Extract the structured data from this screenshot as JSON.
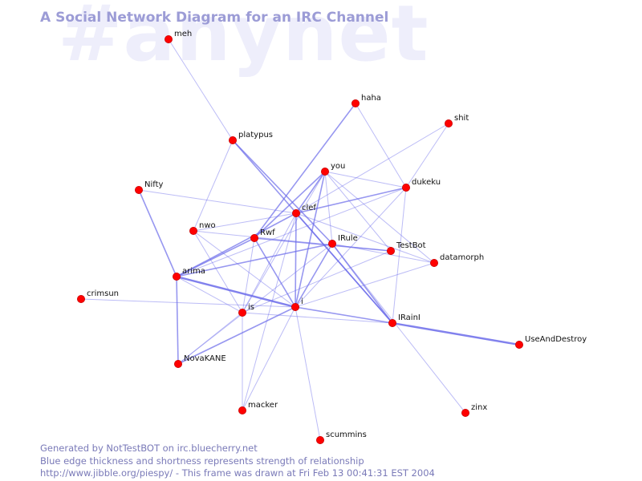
{
  "watermark": "#anynet",
  "title": "A Social Network Diagram for an IRC Channel",
  "footer": {
    "line1": "Generated by NotTestBOT on irc.bluecherry.net",
    "line2": "Blue edge thickness and shortness represents strength of relationship",
    "line3": "http://www.jibble.org/piespy/ - This frame was drawn at Fri Feb 13 00:41:31 EST 2004"
  },
  "colors": {
    "node": "#ff0000",
    "edge": "#6b6bea",
    "watermark": "#eeeefb",
    "title": "#9c9cd6",
    "footer": "#7a7ab8"
  },
  "nodes": [
    {
      "id": "meh",
      "label": "meh"
    },
    {
      "id": "platypus",
      "label": "platypus"
    },
    {
      "id": "haha",
      "label": "haha"
    },
    {
      "id": "shit",
      "label": "shit"
    },
    {
      "id": "you",
      "label": "you"
    },
    {
      "id": "dukeku",
      "label": "dukeku"
    },
    {
      "id": "Nifty",
      "label": "Nifty"
    },
    {
      "id": "clef",
      "label": "clef"
    },
    {
      "id": "nwo",
      "label": "nwo"
    },
    {
      "id": "Rwf",
      "label": "Rwf"
    },
    {
      "id": "IRule",
      "label": "IRule"
    },
    {
      "id": "TestBot",
      "label": "TestBot"
    },
    {
      "id": "datamorph",
      "label": "datamorph"
    },
    {
      "id": "arima",
      "label": "arima"
    },
    {
      "id": "crimsun",
      "label": "crimsun"
    },
    {
      "id": "is",
      "label": "is"
    },
    {
      "id": "i",
      "label": "i"
    },
    {
      "id": "IRainI",
      "label": "IRainI"
    },
    {
      "id": "UseAndDestroy",
      "label": "UseAndDestroy"
    },
    {
      "id": "NovaKANE",
      "label": "NovaKANE"
    },
    {
      "id": "macker",
      "label": "macker"
    },
    {
      "id": "zinx",
      "label": "zinx"
    },
    {
      "id": "scummins",
      "label": "scummins"
    }
  ],
  "edges": [
    {
      "from": "meh",
      "to": "platypus",
      "weight": 1
    },
    {
      "from": "platypus",
      "to": "nwo",
      "weight": 1
    },
    {
      "from": "platypus",
      "to": "IRule",
      "weight": 2
    },
    {
      "from": "platypus",
      "to": "IRainI",
      "weight": 2
    },
    {
      "from": "haha",
      "to": "dukeku",
      "weight": 1
    },
    {
      "from": "haha",
      "to": "Rwf",
      "weight": 2
    },
    {
      "from": "shit",
      "to": "dukeku",
      "weight": 1
    },
    {
      "from": "shit",
      "to": "clef",
      "weight": 1
    },
    {
      "from": "you",
      "to": "clef",
      "weight": 2
    },
    {
      "from": "you",
      "to": "dukeku",
      "weight": 1
    },
    {
      "from": "you",
      "to": "Rwf",
      "weight": 2
    },
    {
      "from": "you",
      "to": "i",
      "weight": 2
    },
    {
      "from": "you",
      "to": "IRule",
      "weight": 1
    },
    {
      "from": "you",
      "to": "TestBot",
      "weight": 1
    },
    {
      "from": "you",
      "to": "is",
      "weight": 1
    },
    {
      "from": "you",
      "to": "datamorph",
      "weight": 1
    },
    {
      "from": "dukeku",
      "to": "clef",
      "weight": 2
    },
    {
      "from": "dukeku",
      "to": "arima",
      "weight": 1
    },
    {
      "from": "dukeku",
      "to": "IRainI",
      "weight": 1
    },
    {
      "from": "dukeku",
      "to": "i",
      "weight": 1
    },
    {
      "from": "Nifty",
      "to": "arima",
      "weight": 2
    },
    {
      "from": "Nifty",
      "to": "clef",
      "weight": 1
    },
    {
      "from": "clef",
      "to": "nwo",
      "weight": 1
    },
    {
      "from": "clef",
      "to": "i",
      "weight": 2
    },
    {
      "from": "clef",
      "to": "is",
      "weight": 1
    },
    {
      "from": "clef",
      "to": "IRainI",
      "weight": 2
    },
    {
      "from": "clef",
      "to": "arima",
      "weight": 2
    },
    {
      "from": "clef",
      "to": "datamorph",
      "weight": 1
    },
    {
      "from": "clef",
      "to": "macker",
      "weight": 1
    },
    {
      "from": "nwo",
      "to": "is",
      "weight": 1
    },
    {
      "from": "nwo",
      "to": "i",
      "weight": 1
    },
    {
      "from": "nwo",
      "to": "TestBot",
      "weight": 1
    },
    {
      "from": "Rwf",
      "to": "arima",
      "weight": 2
    },
    {
      "from": "Rwf",
      "to": "TestBot",
      "weight": 2
    },
    {
      "from": "Rwf",
      "to": "i",
      "weight": 2
    },
    {
      "from": "Rwf",
      "to": "is",
      "weight": 1
    },
    {
      "from": "IRule",
      "to": "arima",
      "weight": 2
    },
    {
      "from": "IRule",
      "to": "i",
      "weight": 2
    },
    {
      "from": "IRule",
      "to": "IRainI",
      "weight": 2
    },
    {
      "from": "IRule",
      "to": "datamorph",
      "weight": 1
    },
    {
      "from": "IRule",
      "to": "zinx",
      "weight": 1
    },
    {
      "from": "IRule",
      "to": "NovaKANE",
      "weight": 1
    },
    {
      "from": "TestBot",
      "to": "is",
      "weight": 1
    },
    {
      "from": "datamorph",
      "to": "i",
      "weight": 1
    },
    {
      "from": "arima",
      "to": "i",
      "weight": 3
    },
    {
      "from": "arima",
      "to": "NovaKANE",
      "weight": 2
    },
    {
      "from": "arima",
      "to": "is",
      "weight": 1
    },
    {
      "from": "crimsun",
      "to": "i",
      "weight": 1
    },
    {
      "from": "is",
      "to": "IRainI",
      "weight": 1
    },
    {
      "from": "is",
      "to": "macker",
      "weight": 1
    },
    {
      "from": "i",
      "to": "IRainI",
      "weight": 2
    },
    {
      "from": "i",
      "to": "NovaKANE",
      "weight": 2
    },
    {
      "from": "i",
      "to": "scummins",
      "weight": 1
    },
    {
      "from": "i",
      "to": "macker",
      "weight": 1
    },
    {
      "from": "IRainI",
      "to": "UseAndDestroy",
      "weight": 3
    },
    {
      "from": "NovaKANE",
      "to": "is",
      "weight": 1
    }
  ]
}
